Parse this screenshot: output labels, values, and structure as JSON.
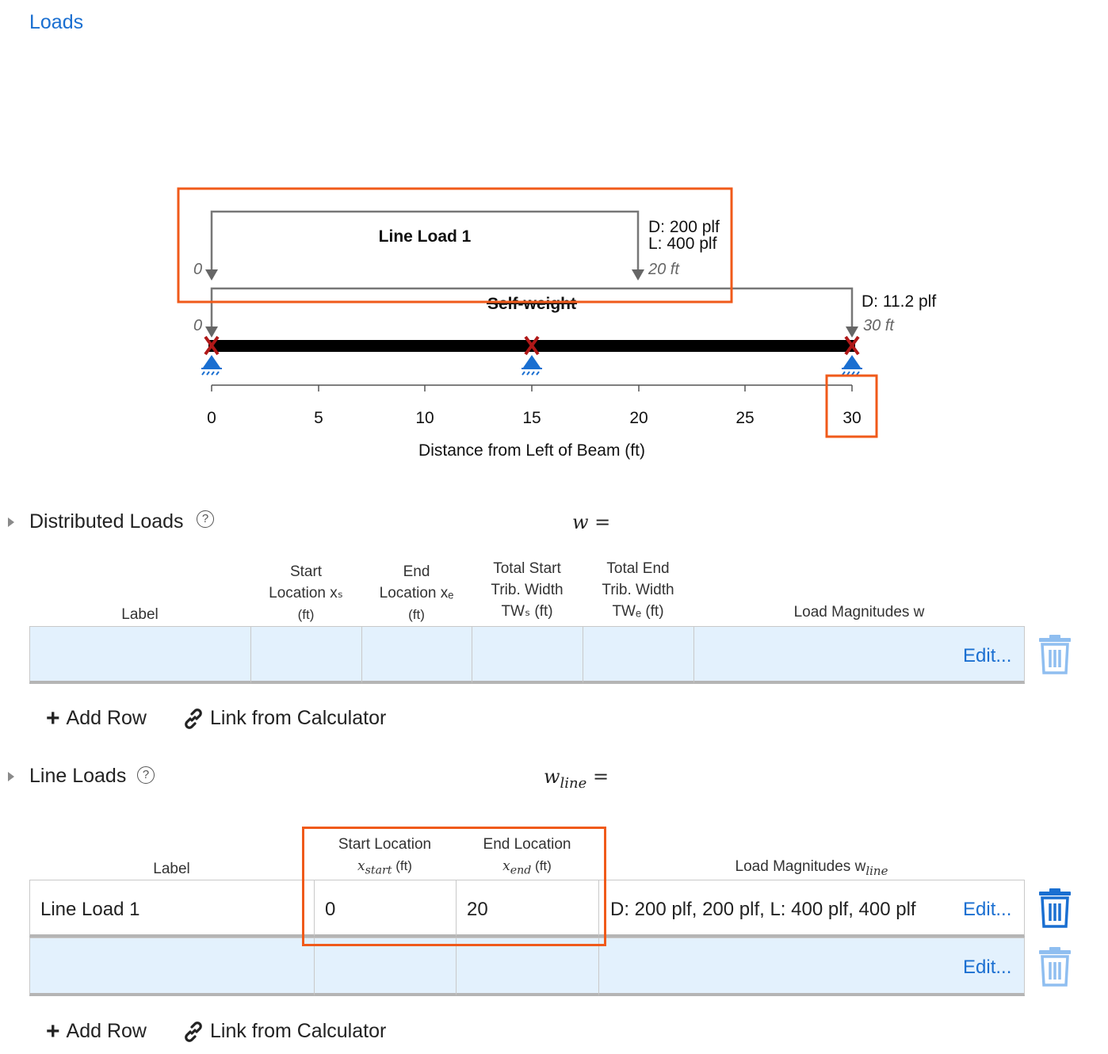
{
  "page": {
    "title": "Loads"
  },
  "diagram": {
    "line_load": {
      "name": "Line Load 1",
      "d_label": "D: 200 plf",
      "l_label": "L: 400 plf",
      "start_label": "0",
      "end_label": "20 ft"
    },
    "self_weight": {
      "name": "Self-weight",
      "d_label": "D: 11.2 plf",
      "start_label": "0",
      "end_label": "30 ft"
    },
    "axis": {
      "ticks": [
        "0",
        "5",
        "10",
        "15",
        "20",
        "25",
        "30"
      ],
      "label": "Distance from Left of Beam (ft)"
    },
    "supports_ft": [
      0,
      15,
      30
    ]
  },
  "distributed": {
    "title": "Distributed Loads",
    "formula": "w =",
    "headers": {
      "label": "Label",
      "start": [
        "Start",
        "Location xₛ",
        "(ft)"
      ],
      "end": [
        "End",
        "Location xₑ",
        "(ft)"
      ],
      "tw_start": [
        "Total Start",
        "Trib. Width",
        "TWₛ (ft)"
      ],
      "tw_end": [
        "Total End",
        "Trib. Width",
        "TWₑ (ft)"
      ],
      "magnitudes": "Load Magnitudes w"
    },
    "rows": [
      {
        "edit": "Edit..."
      }
    ],
    "add_row": "Add Row",
    "link_calc": "Link from Calculator"
  },
  "line": {
    "title": "Line Loads",
    "formula": "w",
    "formula_sub": "line",
    "formula_eq": "=",
    "headers": {
      "label": "Label",
      "start": [
        "Start Location",
        "x",
        "start",
        "(ft)"
      ],
      "end": [
        "End Location",
        "x",
        "end",
        "(ft)"
      ],
      "magnitudes": "Load Magnitudes w",
      "magnitudes_sub": "line"
    },
    "rows": [
      {
        "label": "Line Load 1",
        "start": "0",
        "end": "20",
        "magnitudes": "D: 200 plf, 200 plf, L: 400 plf, 400 plf",
        "edit": "Edit..."
      },
      {
        "label": "",
        "start": "",
        "end": "",
        "magnitudes": "",
        "edit": "Edit..."
      }
    ],
    "add_row": "Add Row",
    "link_calc": "Link from Calculator"
  },
  "colors": {
    "accent": "#1a6fd1",
    "highlight": "#f05a1a",
    "empty_cell": "#e3f1fd",
    "support": "#1a6fd1",
    "pin": "#b01818"
  }
}
